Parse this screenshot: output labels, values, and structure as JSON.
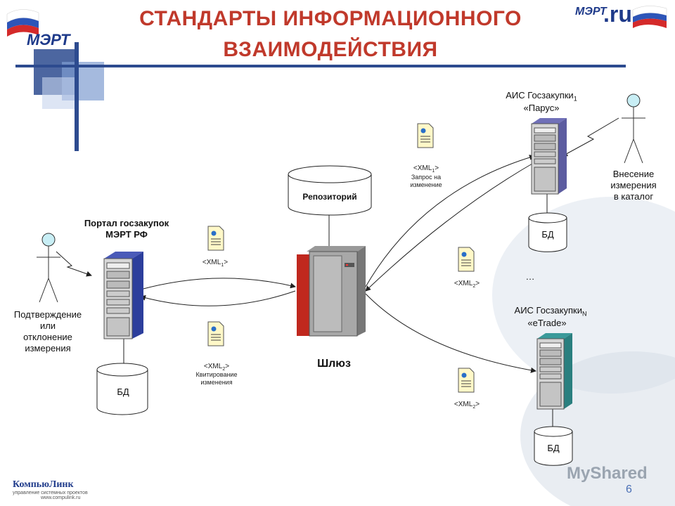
{
  "title": {
    "line1": "СТАНДАРТЫ ИНФОРМАЦИОННОГО",
    "line2": "ВЗАИМОДЕЙСТВИЯ"
  },
  "logos": {
    "top_left": "МЭРТ",
    "top_right_left": "МЭРТ",
    "top_right_right": ".ru",
    "bottom_left_name": "КомпьюЛинк",
    "bottom_left_tagline": "управление системных проектов",
    "bottom_left_url": "www.compulink.ru",
    "watermark": "MyShared"
  },
  "nodes": {
    "portal_title": "Портал госзакупок\nМЭРТ РФ",
    "portal_db": "БД",
    "actor_left_caption": "Подтверждение\nили\nотклонение\nизмерения",
    "repository": "Репозиторий",
    "gateway": "Шлюз",
    "ais1_title": "АИС Госзакупки",
    "ais1_sub": "1",
    "ais1_name": "«Парус»",
    "ais1_db": "БД",
    "ais_n_title": "АИС Госзакупки",
    "ais_n_sub": "N",
    "ais_n_name": "«eTrade»",
    "ais_n_db": "БД",
    "ellipsis": "…",
    "actor_right_caption": "Внесение\nизмерения\nв каталог"
  },
  "messages": {
    "xml1_portal": "<XML",
    "xml1_portal_sub": "1",
    "xml1_portal_end": ">",
    "xml2_portal": "<XML",
    "xml2_portal_sub": "2",
    "xml2_portal_end": ">",
    "xml2_portal_note": "Квитирование\nизменения",
    "xml1_ais": "<XML",
    "xml1_ais_sub": "1",
    "xml1_ais_end": ">",
    "xml1_ais_note": "Запрос на\nизменение",
    "xml2_ais1": "<XML",
    "xml2_ais1_sub": "2",
    "xml2_ais1_end": ">",
    "xml2_aisn": "<XML",
    "xml2_aisn_sub": "2",
    "xml2_aisn_end": ">"
  },
  "page_number": "6",
  "colors": {
    "title": "#c0392b",
    "portal_server": "#2c3e9c",
    "gateway_server": "#c0281e",
    "ais1_server": "#5c5ca0",
    "aisn_server": "#2a7f7f",
    "actor_head": "#c8eef5"
  }
}
